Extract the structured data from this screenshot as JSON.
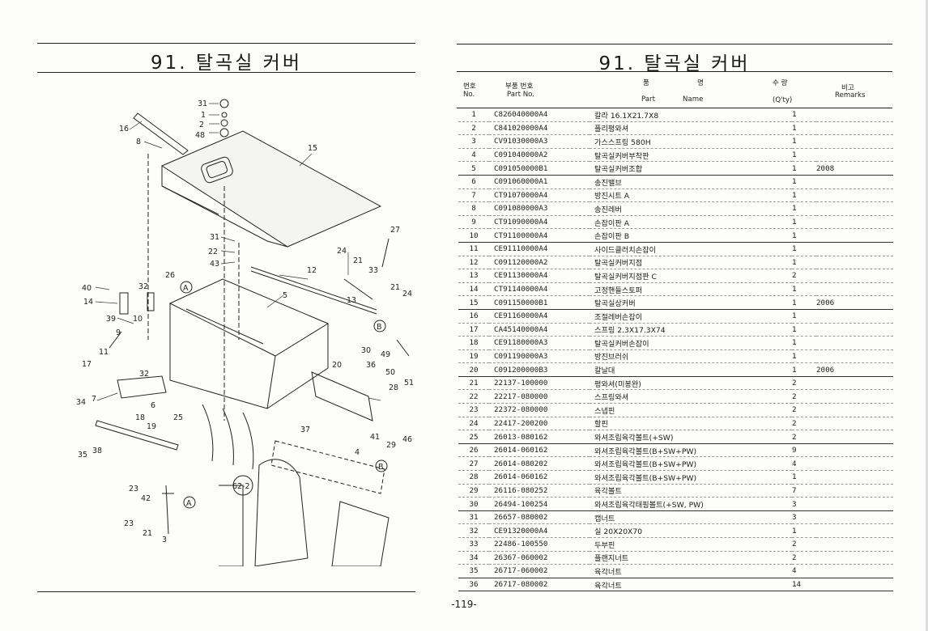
{
  "page_title": "91. 탈곡실 커버",
  "page_number": "-119-",
  "headers": {
    "no_kr": "번호",
    "no_en": "No.",
    "part_kr": "부품 번호",
    "part_en": "Part  No.",
    "name_kr_1": "품",
    "name_kr_2": "명",
    "name_en_1": "Part",
    "name_en_2": "Name",
    "qty_kr": "수  량",
    "qty_en": "(Q'ty)",
    "remarks_kr": "비고",
    "remarks_en": "Remarks"
  },
  "diagram_labels": [
    "31",
    "1",
    "2",
    "48",
    "16",
    "8",
    "15",
    "27",
    "31",
    "22",
    "43",
    "24",
    "21",
    "33",
    "12",
    "26",
    "A",
    "40",
    "32",
    "14",
    "5",
    "13",
    "21",
    "24",
    "39",
    "10",
    "9",
    "B",
    "30",
    "49",
    "11",
    "17",
    "20",
    "36",
    "50",
    "51",
    "32",
    "28",
    "34",
    "7",
    "6",
    "18",
    "25",
    "19",
    "37",
    "41",
    "29",
    "46",
    "35",
    "38",
    "4",
    "B",
    "62-2",
    "23",
    "42",
    "A",
    "23",
    "21",
    "3"
  ],
  "parts": [
    {
      "no": "1",
      "pn": "C826040000A4",
      "name": "칼라 16.1X21.7X8",
      "qty": "1",
      "rem": ""
    },
    {
      "no": "2",
      "pn": "C841020000A4",
      "name": "플리평와셔",
      "qty": "1",
      "rem": ""
    },
    {
      "no": "3",
      "pn": "CV91030000A3",
      "name": "가스스프링 580H",
      "qty": "1",
      "rem": ""
    },
    {
      "no": "4",
      "pn": "C091040000A2",
      "name": "탈곡실커버부착판",
      "qty": "1",
      "rem": ""
    },
    {
      "no": "5",
      "pn": "C091050000B1",
      "name": "탈곡실커버조합",
      "qty": "1",
      "rem": "2008"
    },
    {
      "no": "6",
      "pn": "C091060000A1",
      "name": "송진밸브",
      "qty": "1",
      "rem": ""
    },
    {
      "no": "7",
      "pn": "CT91070000A4",
      "name": "방진시트 A",
      "qty": "1",
      "rem": ""
    },
    {
      "no": "8",
      "pn": "C091080000A3",
      "name": "송진레버",
      "qty": "1",
      "rem": ""
    },
    {
      "no": "9",
      "pn": "CT91090000A4",
      "name": "손잡이판 A",
      "qty": "1",
      "rem": ""
    },
    {
      "no": "10",
      "pn": "CT91100000A4",
      "name": "손잡이판 B",
      "qty": "1",
      "rem": ""
    },
    {
      "no": "11",
      "pn": "CE91110000A4",
      "name": "사이드클러치손잡이",
      "qty": "1",
      "rem": ""
    },
    {
      "no": "12",
      "pn": "C091120000A2",
      "name": "탈곡실커버지점",
      "qty": "1",
      "rem": ""
    },
    {
      "no": "13",
      "pn": "CE91130000A4",
      "name": "탈곡실커버지점판 C",
      "qty": "2",
      "rem": ""
    },
    {
      "no": "14",
      "pn": "CT91140000A4",
      "name": "고정핸들스토퍼",
      "qty": "1",
      "rem": ""
    },
    {
      "no": "15",
      "pn": "C091150000B1",
      "name": "탈곡실상커버",
      "qty": "1",
      "rem": "2006"
    },
    {
      "no": "16",
      "pn": "CE91160000A4",
      "name": "조절레버손잡이",
      "qty": "1",
      "rem": ""
    },
    {
      "no": "17",
      "pn": "CA45140000A4",
      "name": "스프링 2.3X17.3X74",
      "qty": "1",
      "rem": ""
    },
    {
      "no": "18",
      "pn": "CE91180000A3",
      "name": "탈곡실커버손잡이",
      "qty": "1",
      "rem": ""
    },
    {
      "no": "19",
      "pn": "C091190000A3",
      "name": "방진브러쉬",
      "qty": "1",
      "rem": ""
    },
    {
      "no": "20",
      "pn": "C091200000B3",
      "name": "칼날대",
      "qty": "1",
      "rem": "2006"
    },
    {
      "no": "21",
      "pn": "22137-100000",
      "name": "평와셔(미봉완)",
      "qty": "2",
      "rem": ""
    },
    {
      "no": "22",
      "pn": "22217-080000",
      "name": "스프링와셔",
      "qty": "2",
      "rem": ""
    },
    {
      "no": "23",
      "pn": "22372-080000",
      "name": "스냅핀",
      "qty": "2",
      "rem": ""
    },
    {
      "no": "24",
      "pn": "22417-200200",
      "name": "할핀",
      "qty": "2",
      "rem": ""
    },
    {
      "no": "25",
      "pn": "26013-080162",
      "name": "와셔조립육각볼트(+SW)",
      "qty": "2",
      "rem": ""
    },
    {
      "no": "26",
      "pn": "26014-060162",
      "name": "와셔조립육각볼트(B+SW+PW)",
      "qty": "9",
      "rem": ""
    },
    {
      "no": "27",
      "pn": "26014-080202",
      "name": "와셔조립육각볼트(B+SW+PW)",
      "qty": "4",
      "rem": ""
    },
    {
      "no": "28",
      "pn": "26014-060162",
      "name": "와셔조립육각볼트(B+SW+PW)",
      "qty": "1",
      "rem": ""
    },
    {
      "no": "29",
      "pn": "26116-080252",
      "name": "육각볼트",
      "qty": "7",
      "rem": ""
    },
    {
      "no": "30",
      "pn": "26494-100254",
      "name": "와셔조립육각태핑볼트(+SW, PW)",
      "qty": "3",
      "rem": ""
    },
    {
      "no": "31",
      "pn": "26657-080002",
      "name": "캡너트",
      "qty": "3",
      "rem": ""
    },
    {
      "no": "32",
      "pn": "CE91320000A4",
      "name": "실 20X20X70",
      "qty": "1",
      "rem": ""
    },
    {
      "no": "33",
      "pn": "22486-100550",
      "name": "두부핀",
      "qty": "2",
      "rem": ""
    },
    {
      "no": "34",
      "pn": "26367-060002",
      "name": "플랜지너트",
      "qty": "2",
      "rem": ""
    },
    {
      "no": "35",
      "pn": "26717-060002",
      "name": "육각너트",
      "qty": "4",
      "rem": ""
    },
    {
      "no": "36",
      "pn": "26717-080002",
      "name": "육각너트",
      "qty": "14",
      "rem": ""
    }
  ]
}
